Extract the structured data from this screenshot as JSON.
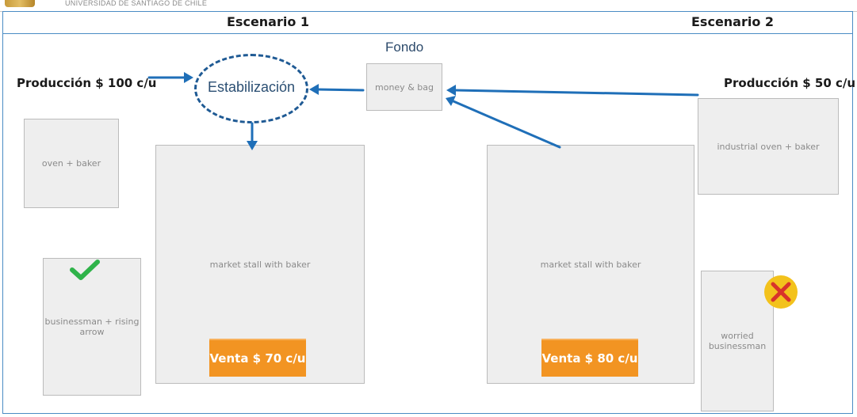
{
  "header": {
    "university": "UNIVERSIDAD DE SANTIAGO DE CHILE"
  },
  "diagram": {
    "scenario_1": {
      "title": "Escenario 1",
      "production": "Producción $ 100 c/u",
      "sale": "Venta $ 70 c/u",
      "outcome_icon": "check-icon"
    },
    "scenario_2": {
      "title": "Escenario 2",
      "production": "Producción $ 50 c/u",
      "sale": "Venta $ 80 c/u",
      "outcome_icon": "cross-icon"
    },
    "fund": {
      "label": "Fondo"
    },
    "stabilization": {
      "label": "Estabilización"
    }
  },
  "colors": {
    "arrow": "#1f6fb8",
    "sale_badge": "#f29422",
    "frame": "#4a8cc4"
  }
}
